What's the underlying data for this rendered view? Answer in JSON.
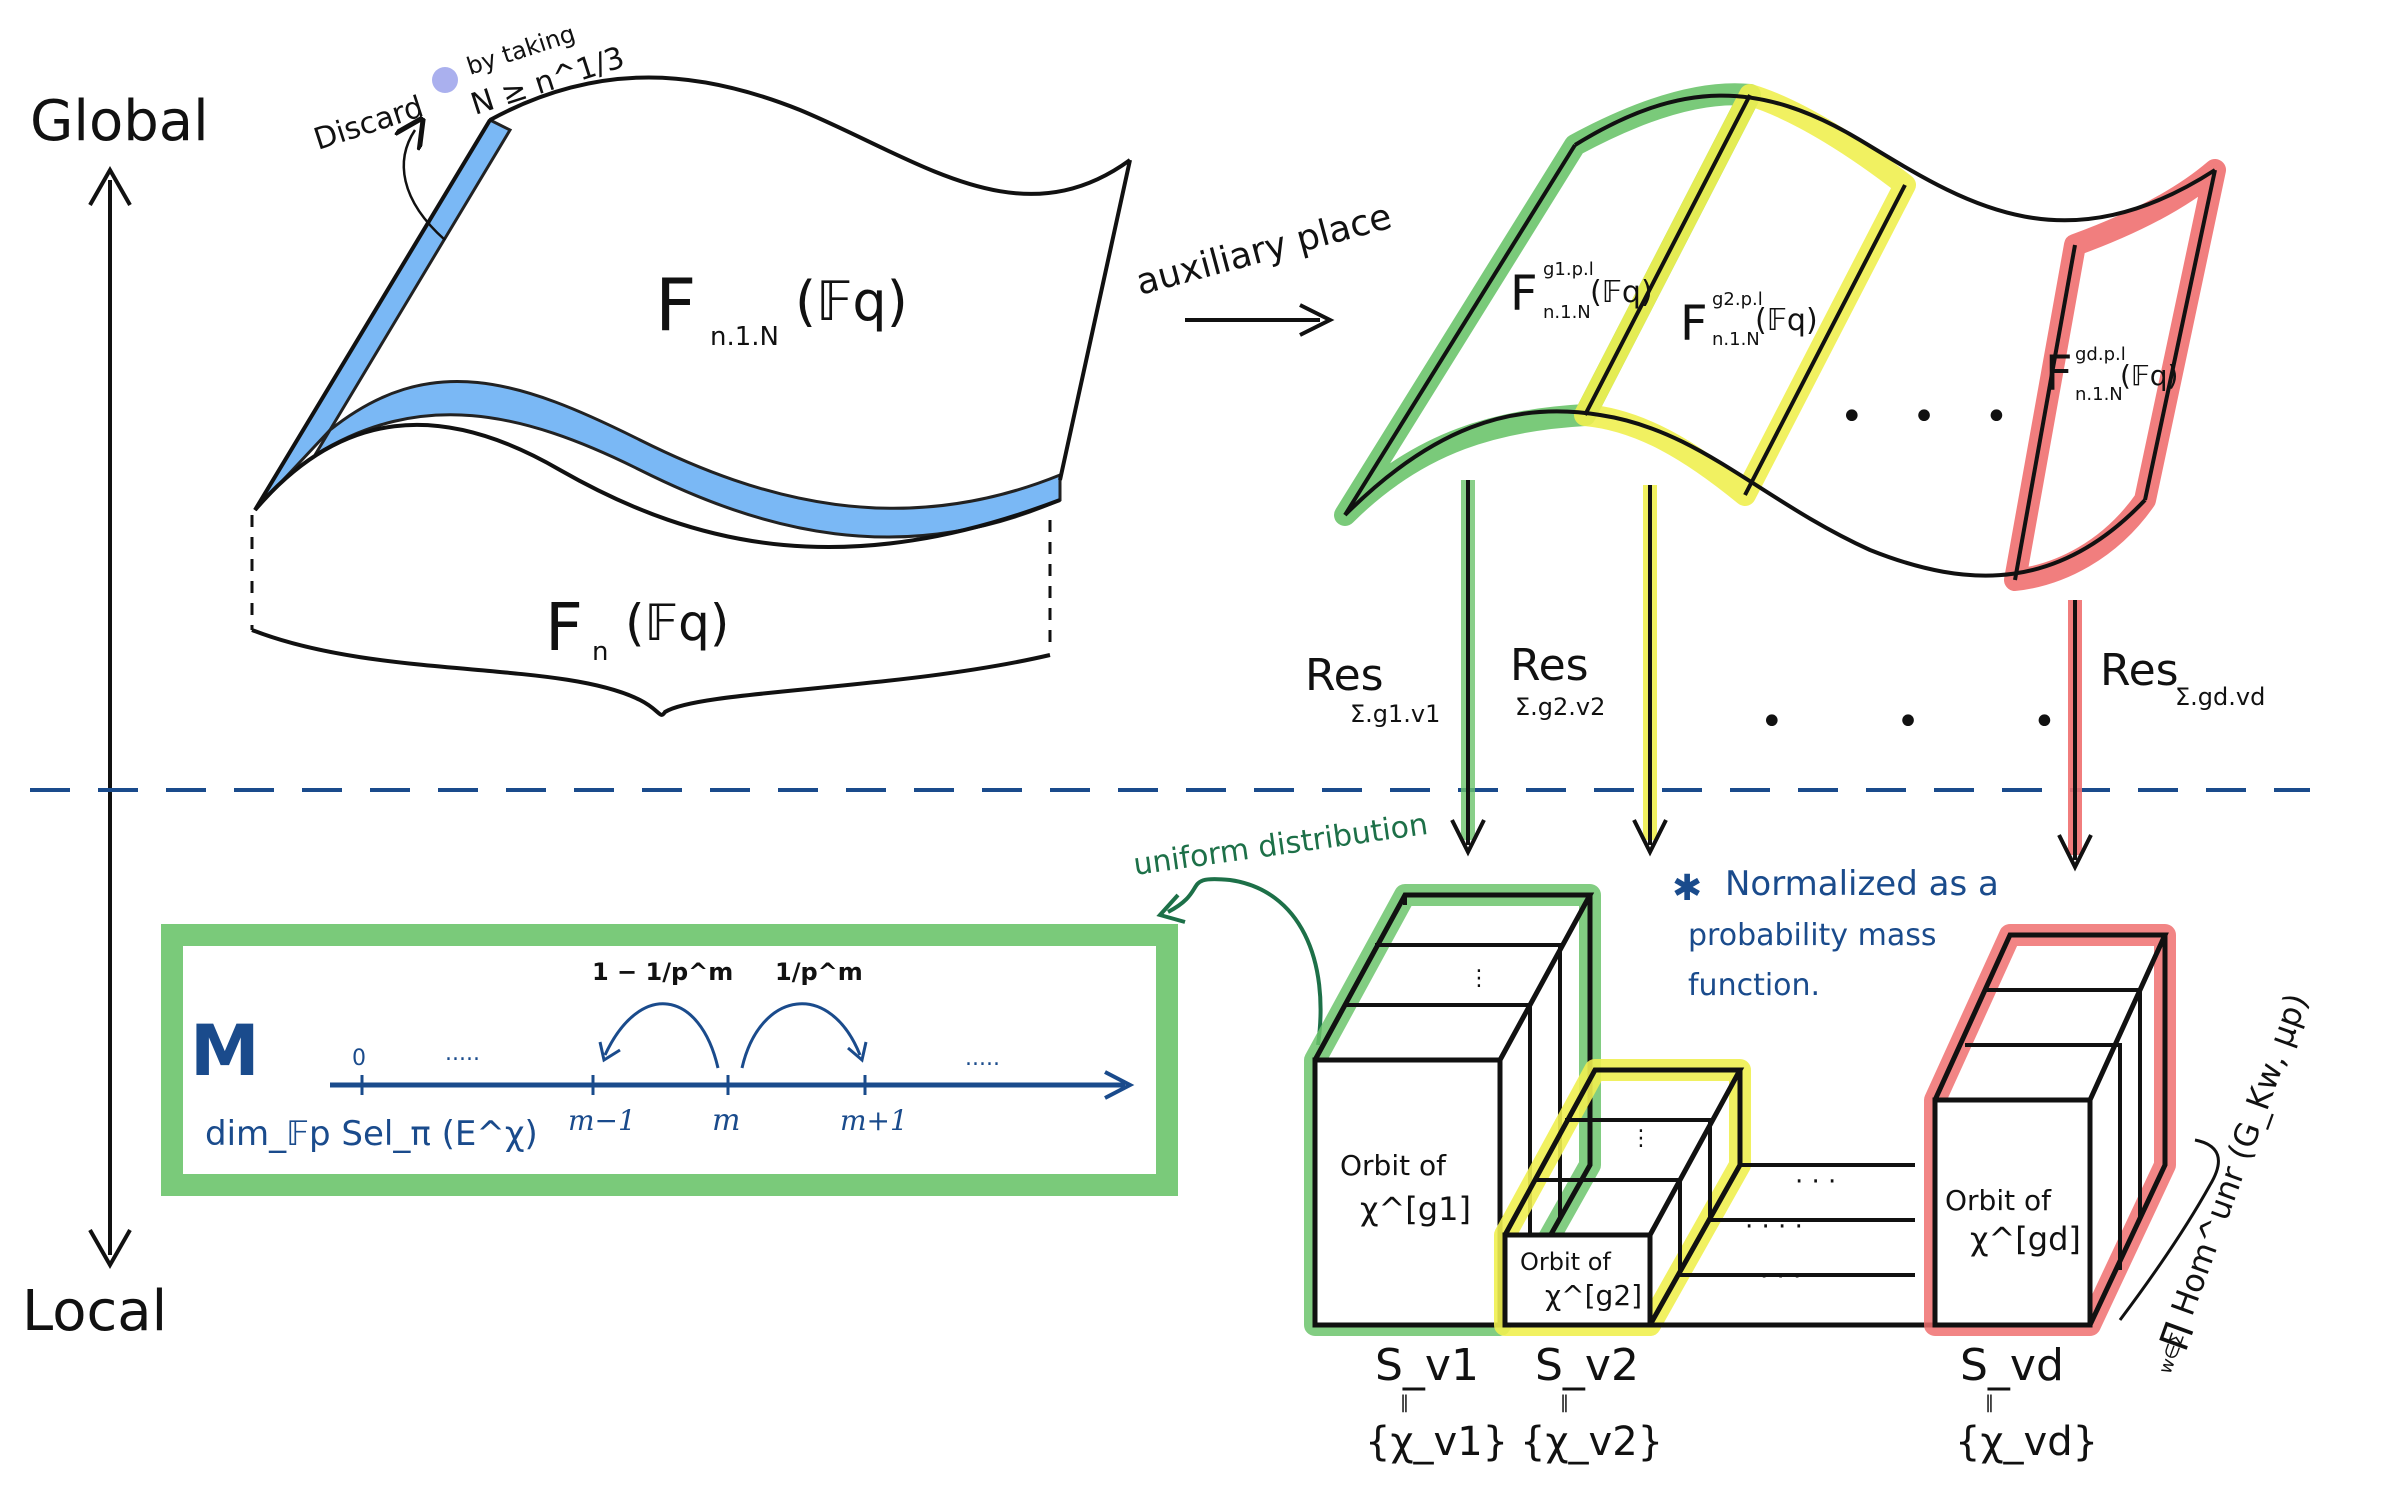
{
  "axis": {
    "top_label": "Global",
    "bottom_label": "Local"
  },
  "left_surface": {
    "discard_label": "Discard",
    "discard_condition_line1": "by taking",
    "discard_condition_line2": "N ≥ n^1/3",
    "upper_label_main": "F",
    "upper_label_sub": "n.1.N",
    "upper_label_field": "(𝔽q)",
    "lower_label_main": "F",
    "lower_label_sub": "n",
    "lower_label_field": "(𝔽q)"
  },
  "aux_arrow_label": "auxiliary place",
  "right_surface": {
    "strip1_main": "F",
    "strip1_sup": "g1.p.l",
    "strip1_sub": "n.1.N",
    "strip1_field": "(𝔽q)",
    "strip2_main": "F",
    "strip2_sup": "g2.p.l",
    "strip2_sub": "n.1.N",
    "strip2_field": "(𝔽q)",
    "strip3_main": "F",
    "strip3_sup": "gd.p.l",
    "strip3_sub": "n.1.N",
    "strip3_field": "(𝔽q)",
    "ellipsis": "• • •"
  },
  "restrictions": [
    {
      "label": "Res",
      "sub": "Σ.g1.v1",
      "color": "#3a8a3a"
    },
    {
      "label": "Res",
      "sub": "Σ.g2.v2",
      "color": "#d8d830"
    },
    {
      "label": "Res",
      "sub": "Σ.gd.vd",
      "color": "#e06060"
    }
  ],
  "restriction_ellipsis": "• • •",
  "markov_box": {
    "uniform_label": "uniform distribution",
    "symbol": "M",
    "origin_label": "0",
    "left_dots": ".....",
    "right_dots": ".....",
    "ticks": [
      "m−1",
      "m",
      "m+1"
    ],
    "left_jump_prob": "1 − 1/p^m",
    "right_jump_prob": "1/p^m",
    "axis_label": "dim_𝔽p Sel_π (E^χ)"
  },
  "normalized_note": {
    "star": "✱",
    "line1": "Normalized as a",
    "line2": "probability mass",
    "line3": "function."
  },
  "orbits": [
    {
      "title": "Orbit of",
      "char": "χ^[g1]",
      "set_label": "S_v1",
      "set_content": "{χ_v1}"
    },
    {
      "title": "Orbit of",
      "char": "χ^[g2]",
      "set_label": "S_v2",
      "set_content": "{χ_v2}"
    },
    {
      "title": "Orbit of",
      "char": "χ^[gd]",
      "set_label": "S_vd",
      "set_content": "{χ_vd}"
    }
  ],
  "product_label": "∏ Hom^unr (G_Kw, μp)",
  "product_index": "w∈Σ",
  "colors": {
    "green": "#6cc46c",
    "yellow": "#f0f050",
    "red": "#f07070",
    "blue_band": "#7ab8f5",
    "dark_blue": "#1a4b8c",
    "teal": "#1d7048"
  }
}
